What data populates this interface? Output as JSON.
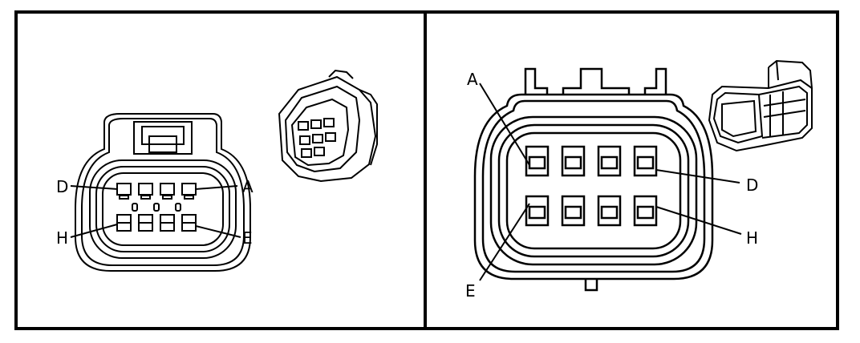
{
  "left_panel": {
    "pin_labels": {
      "A": "A",
      "D": "D",
      "E": "E",
      "H": "H"
    }
  },
  "right_panel": {
    "pin_labels": {
      "A": "A",
      "D": "D",
      "E": "E",
      "H": "H"
    }
  },
  "colors": {
    "ink": "#000000",
    "background": "#ffffff"
  }
}
